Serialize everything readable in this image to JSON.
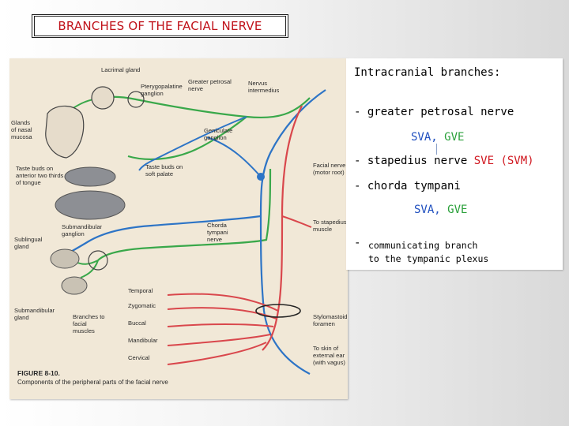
{
  "slide": {
    "title": "BRANCHES OF THE FACIAL NERVE"
  },
  "figure": {
    "labels": {
      "lacrimal_gland": "Lacrimal gland",
      "pterygopalatine_ganglion": [
        "Pterygopalatine",
        "ganglion"
      ],
      "greater_petrosal_nerve": [
        "Greater petrosal",
        "nerve"
      ],
      "nervus_intermedius": [
        "Nervus",
        "intermedius"
      ],
      "glands_of_nasal_mucosa": [
        "Glands",
        "of nasal",
        "mucosa"
      ],
      "geniculate_ganglion": [
        "Geniculate",
        "ganglion"
      ],
      "taste_buds_soft_palate": [
        "Taste buds on",
        "soft palate"
      ],
      "facial_nerve_motor_root": [
        "Facial nerve",
        "(motor root)"
      ],
      "taste_buds_tongue": [
        "Taste buds on",
        "anterior two thirds",
        "of tongue"
      ],
      "submandibular_ganglion": [
        "Submandibular",
        "ganglion"
      ],
      "chorda_tympani_nerve": [
        "Chorda",
        "tympani",
        "nerve"
      ],
      "to_stapedius_muscle": [
        "To stapedius",
        "muscle"
      ],
      "sublingual_gland": [
        "Sublingual",
        "gland"
      ],
      "temporal": "Temporal",
      "zygomatic": "Zygomatic",
      "buccal": "Buccal",
      "mandibular": "Mandibular",
      "cervical": "Cervical",
      "submandibular_gland": [
        "Submandibular",
        "gland"
      ],
      "branches_to_facial_muscles": [
        "Branches to",
        "facial",
        "muscles"
      ],
      "stylomastoid_foramen": [
        "Stylomastoid",
        "foramen"
      ],
      "to_skin": [
        "To skin of",
        "external ear",
        "(with vagus)"
      ],
      "figure_number": "FIGURE 8-10.",
      "caption": "Components of the peripheral parts of the facial nerve"
    },
    "colors": {
      "green": "#39a84a",
      "blue": "#2d74c6",
      "red": "#d9474c",
      "ink": "#333333",
      "parchment": "#f1e8d7"
    }
  },
  "panel": {
    "heading": "Intracranial branches:",
    "item1": "-  greater petrosal nerve",
    "item1_sva": "SVA,",
    "item1_gve": "GVE",
    "item2_prefix": "-  stapedius nerve",
    "item2_sve": "SVE (SVM)",
    "item3": "-  chorda tympani",
    "item3_sva": "SVA,",
    "item3_gve": "GVE",
    "item4_dash": "-",
    "item4_line1": "communicating branch",
    "item4_line2": "to the tympanic plexus",
    "colors": {
      "heading": "#111111",
      "blue": "#1f4fbf",
      "green": "#2aa03a",
      "red": "#d0161e",
      "body": "#111111"
    }
  }
}
